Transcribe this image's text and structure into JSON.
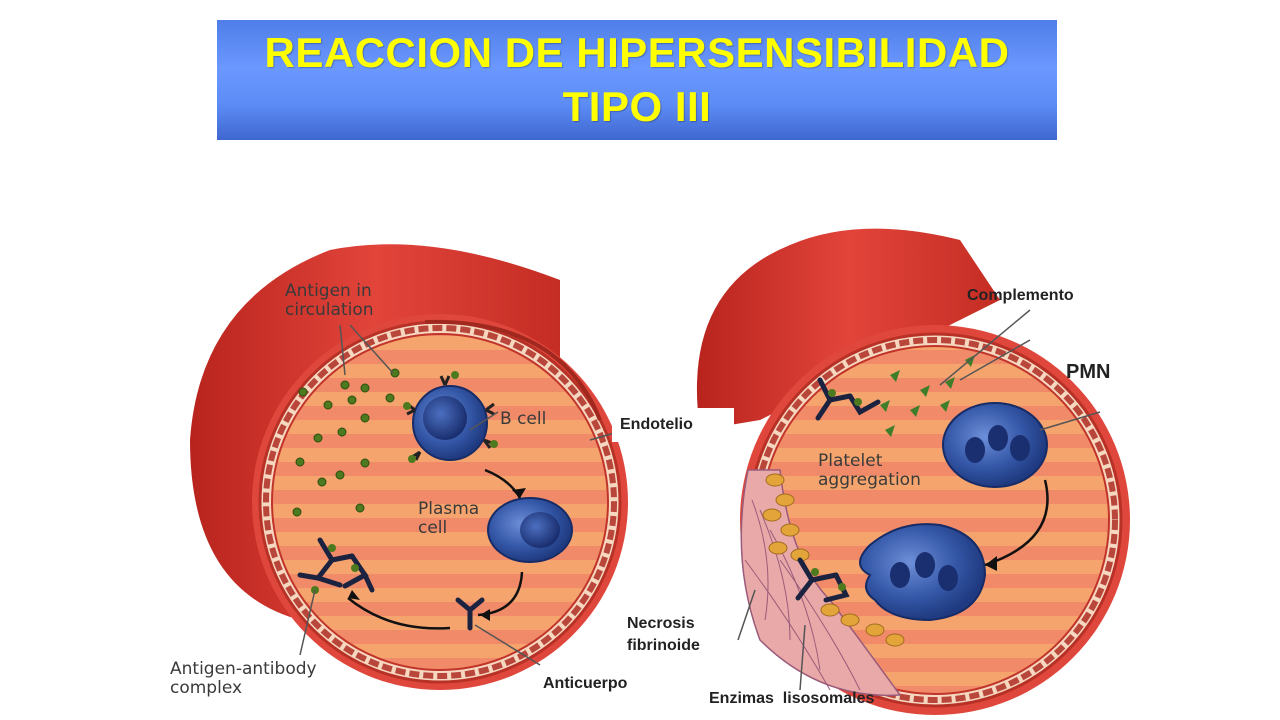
{
  "title": {
    "line1": "REACCION DE HIPERSENSIBILIDAD",
    "line2": "TIPO III"
  },
  "left_figure": {
    "antigen_label": "Antigen in circulation",
    "b_cell_label": "B cell",
    "plasma_cell_label": "Plasma cell",
    "complex_label": "Antigen-antibody complex"
  },
  "right_figure": {
    "platelet_label": "Platelet aggregation"
  },
  "annotations": {
    "endotelio": "Endotelio",
    "anticuerpo": "Anticuerpo",
    "complemento": "Complemento",
    "pmn": "PMN",
    "necrosis_line1": "Necrosis",
    "necrosis_line2": "fibrinoide",
    "enzimas": "Enzimas  lisosomales"
  },
  "colors": {
    "title_bg": "#5b8ef5",
    "title_text": "#ffff00",
    "vessel_red": "#d6332a",
    "lumen": "#f4a070",
    "cell_blue": "#3b63b8",
    "antigen_green": "#4d7a1e"
  }
}
